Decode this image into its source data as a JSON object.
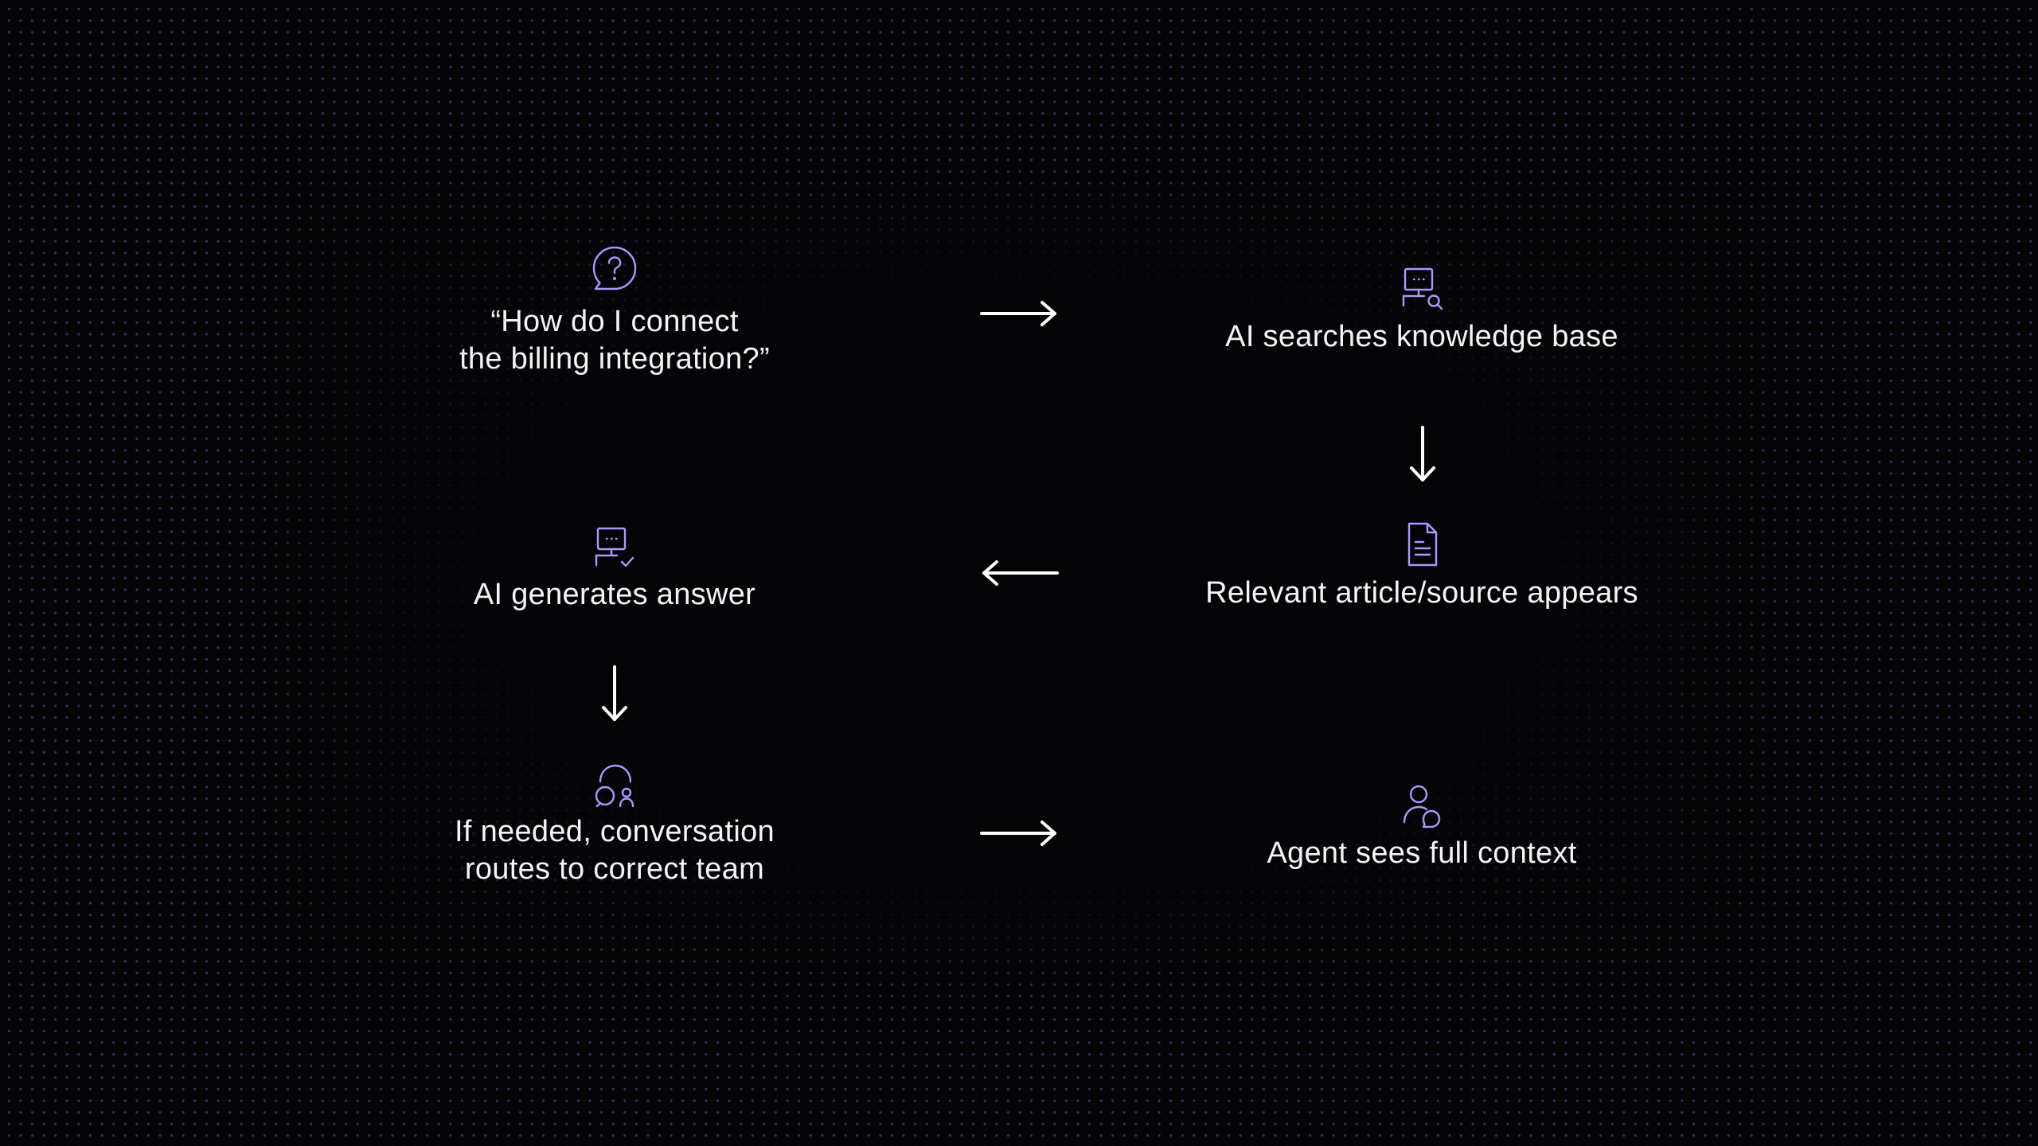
{
  "colors": {
    "background": "#040406",
    "dot_grid": "#8c82ff",
    "icon_accent": "#a899ff",
    "text": "#f4f4f6",
    "arrow": "#ffffff"
  },
  "nodes": [
    {
      "id": "question",
      "icon": "question-chat-icon",
      "label": "“How do I connect\nthe billing integration?”"
    },
    {
      "id": "search",
      "icon": "monitor-search-icon",
      "label": "AI searches knowledge base"
    },
    {
      "id": "article",
      "icon": "document-icon",
      "label": "Relevant article/source appears"
    },
    {
      "id": "answer",
      "icon": "monitor-check-icon",
      "label": "AI generates answer"
    },
    {
      "id": "route",
      "icon": "team-users-icon",
      "label": "If needed, conversation\nroutes to correct team"
    },
    {
      "id": "agent",
      "icon": "agent-chat-icon",
      "label": "Agent sees full context"
    }
  ],
  "edges": [
    {
      "from": "question",
      "to": "search",
      "direction": "right"
    },
    {
      "from": "search",
      "to": "article",
      "direction": "down"
    },
    {
      "from": "article",
      "to": "answer",
      "direction": "left"
    },
    {
      "from": "answer",
      "to": "route",
      "direction": "down"
    },
    {
      "from": "route",
      "to": "agent",
      "direction": "right"
    }
  ]
}
